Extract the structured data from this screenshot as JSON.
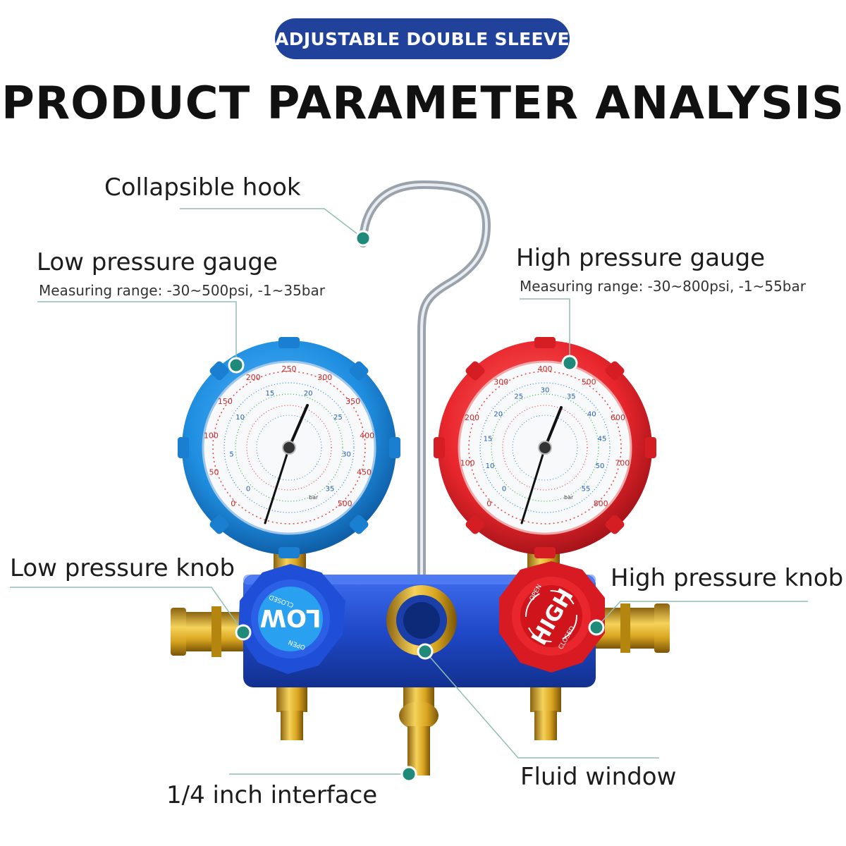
{
  "header": {
    "badge": "ADJUSTABLE DOUBLE SLEEVE",
    "title": "PRODUCT PARAMETER ANALYSIS"
  },
  "callouts": {
    "hook": "Collapsible hook",
    "low_gauge": "Low pressure gauge",
    "low_range": "Measuring range:  -30~500psi,  -1~35bar",
    "high_gauge": "High pressure gauge",
    "high_range": "Measuring range: -30~800psi, -1~55bar",
    "low_knob": "Low pressure knob",
    "high_knob": "High pressure knob",
    "fluid_window": "Fluid window",
    "interface": "1/4 inch interface"
  },
  "knobs": {
    "low": {
      "label": "LOW",
      "states": [
        "CLOSED",
        "OPEN"
      ]
    },
    "high": {
      "label": "HIGH",
      "states": [
        "OPEN",
        "CLOSED"
      ]
    }
  },
  "gauges": {
    "low": {
      "psi_ticks": [
        "0",
        "50",
        "100",
        "150",
        "200",
        "250",
        "300",
        "350",
        "400",
        "450",
        "500"
      ],
      "bar_ticks": [
        "0",
        "5",
        "10",
        "15",
        "20",
        "25",
        "30",
        "35"
      ],
      "unit": "bar"
    },
    "high": {
      "psi_ticks": [
        "0",
        "100",
        "200",
        "300",
        "400",
        "500",
        "600",
        "700",
        "800"
      ],
      "bar_ticks": [
        "0",
        "10",
        "15",
        "20",
        "25",
        "30",
        "35",
        "40",
        "45",
        "50",
        "55"
      ],
      "unit": "bar"
    }
  },
  "colors": {
    "badge": "#21429a",
    "low_bezel": "#1f8ee0",
    "high_bezel": "#e8262c",
    "manifold": "#1f49c9",
    "brass": "#d9a520",
    "callout_dot": "#1f8a7a",
    "callout_line": "#8fbfb5"
  }
}
